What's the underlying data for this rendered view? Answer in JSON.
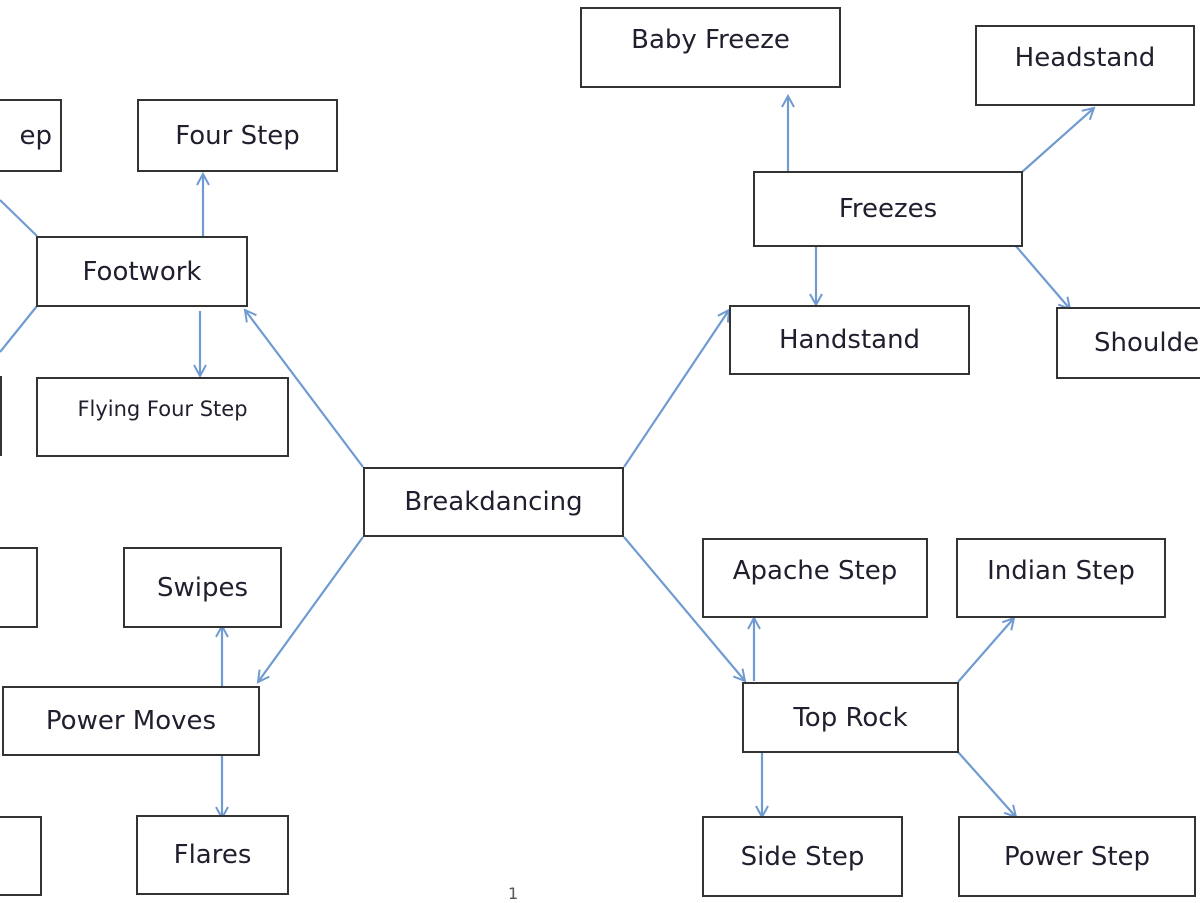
{
  "diagram": {
    "title": "Breakdancing",
    "line_color": "#6f9bd1",
    "border_color": "#333333",
    "page_number": "1",
    "nodes": {
      "breakdancing": "Breakdancing",
      "footwork": "Footwork",
      "four_step": "Four Step",
      "flying_four_step": "Flying Four Step",
      "partial_step": "ep",
      "power_moves": "Power Moves",
      "swipes": "Swipes",
      "flares": "Flares",
      "freezes": "Freezes",
      "baby_freeze": "Baby Freeze",
      "headstand": "Headstand",
      "handstand": "Handstand",
      "shoulder": "Shoulde",
      "top_rock": "Top Rock",
      "apache_step": "Apache Step",
      "indian_step": "Indian Step",
      "side_step": "Side Step",
      "power_step": "Power Step"
    },
    "edges": [
      {
        "from": "breakdancing",
        "to": "footwork"
      },
      {
        "from": "breakdancing",
        "to": "power_moves"
      },
      {
        "from": "breakdancing",
        "to": "handstand"
      },
      {
        "from": "breakdancing",
        "to": "top_rock"
      },
      {
        "from": "footwork",
        "to": "four_step"
      },
      {
        "from": "footwork",
        "to": "flying_four_step"
      },
      {
        "from": "power_moves",
        "to": "swipes"
      },
      {
        "from": "power_moves",
        "to": "flares"
      },
      {
        "from": "freezes",
        "to": "baby_freeze"
      },
      {
        "from": "freezes",
        "to": "headstand"
      },
      {
        "from": "freezes",
        "to": "handstand"
      },
      {
        "from": "freezes",
        "to": "shoulder"
      },
      {
        "from": "top_rock",
        "to": "apache_step"
      },
      {
        "from": "top_rock",
        "to": "indian_step"
      },
      {
        "from": "top_rock",
        "to": "side_step"
      },
      {
        "from": "top_rock",
        "to": "power_step"
      }
    ]
  }
}
